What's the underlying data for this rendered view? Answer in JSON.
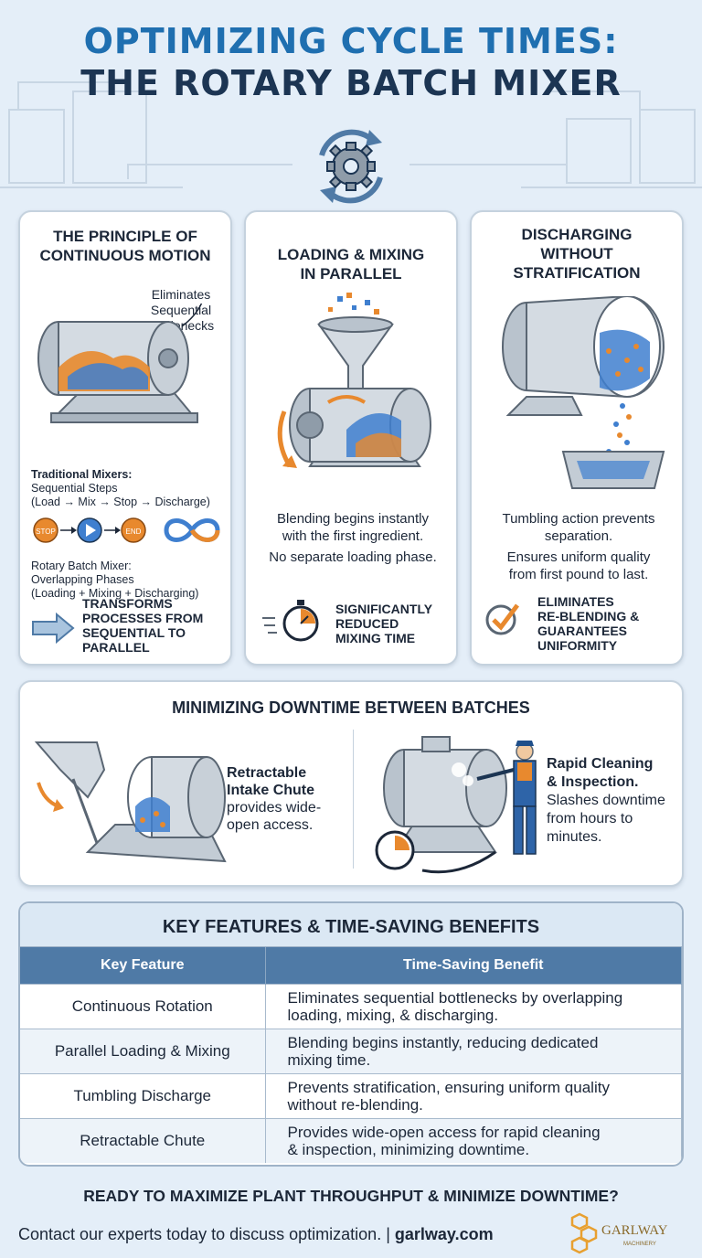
{
  "title": {
    "line1": "OPTIMIZING CYCLE TIMES:",
    "line2": "THE ROTARY BATCH MIXER"
  },
  "icons": {
    "main": "gear-cycle-icon",
    "stopwatch": "stopwatch-icon",
    "check": "checkmark-icon",
    "arrow": "arrow-right-icon",
    "infinity": "infinity-arrows-icon"
  },
  "cards": {
    "principle": {
      "heading_l1": "THE PRINCIPLE OF",
      "heading_l2": "CONTINUOUS MOTION",
      "callout_l1": "Eliminates",
      "callout_l2": "Sequential",
      "callout_l3": "Bottlenecks",
      "traditional_l1": "Traditional Mixers:",
      "traditional_l2": "Sequential Steps",
      "traditional_l3": "(Load → Mix → Stop → Discharge)",
      "step_stop": "STOP",
      "step_end": "END",
      "rotary_l1": "Rotary Batch Mixer:",
      "rotary_l2": "Overlapping Phases",
      "rotary_l3": "(Loading + Mixing + Discharging)",
      "transform_l1": "TRANSFORMS",
      "transform_l2": "PROCESSES FROM",
      "transform_l3": "SEQUENTIAL TO",
      "transform_l4": "PARALLEL"
    },
    "loading": {
      "heading_l1": "LOADING & MIXING",
      "heading_l2": "IN PARALLEL",
      "text_l1": "Blending begins instantly",
      "text_l2": "with the first ingredient.",
      "text_l3": "No separate loading phase.",
      "badge_l1": "SIGNIFICANTLY",
      "badge_l2": "REDUCED",
      "badge_l3": "MIXING TIME"
    },
    "discharge": {
      "heading_l1": "DISCHARGING",
      "heading_l2": "WITHOUT",
      "heading_l3": "STRATIFICATION",
      "text_l1": "Tumbling action prevents",
      "text_l2": "separation.",
      "text_l3": "Ensures uniform quality",
      "text_l4": "from first pound to last.",
      "badge_l1": "ELIMINATES",
      "badge_l2": "RE-BLENDING &",
      "badge_l3": "GUARANTEES",
      "badge_l4": "UNIFORMITY"
    }
  },
  "downtime": {
    "heading": "MINIMIZING DOWNTIME BETWEEN BATCHES",
    "chute_l1": "Retractable",
    "chute_l2": "Intake Chute",
    "chute_l3": "provides wide-",
    "chute_l4": "open access.",
    "clean_l1": "Rapid Cleaning",
    "clean_l2": "& Inspection.",
    "clean_l3": "Slashes downtime",
    "clean_l4": "from hours to",
    "clean_l5": "minutes."
  },
  "table": {
    "title": "KEY FEATURES & TIME-SAVING BENEFITS",
    "headers": [
      "Key Feature",
      "Time-Saving Benefit"
    ],
    "rows": [
      {
        "feature": "Continuous Rotation",
        "benefit_l1": "Eliminates sequential bottlenecks by overlapping",
        "benefit_l2": "loading, mixing, & discharging."
      },
      {
        "feature": "Parallel Loading & Mixing",
        "benefit_l1": "Blending begins instantly, reducing dedicated",
        "benefit_l2": "mixing time."
      },
      {
        "feature": "Tumbling Discharge",
        "benefit_l1": "Prevents stratification, ensuring uniform quality",
        "benefit_l2": "without re-blending."
      },
      {
        "feature": "Retractable Chute",
        "benefit_l1": "Provides wide-open access for rapid cleaning",
        "benefit_l2": "& inspection, minimizing downtime."
      }
    ]
  },
  "footer": {
    "cta": "READY TO MAXIMIZE PLANT THROUGHPUT & MINIMIZE DOWNTIME?",
    "contact": "Contact our experts today to discuss optimization. |",
    "site": "garlway.com",
    "logo_text": "GARLWAY",
    "logo_sub": "MACHINERY"
  },
  "colors": {
    "title_blue": "#1f6fb0",
    "title_navy": "#1c3553",
    "accent_orange": "#e8892e",
    "material_blue": "#3f7fcf",
    "steel": "#b9c3cd",
    "table_header": "#4f7aa6"
  }
}
